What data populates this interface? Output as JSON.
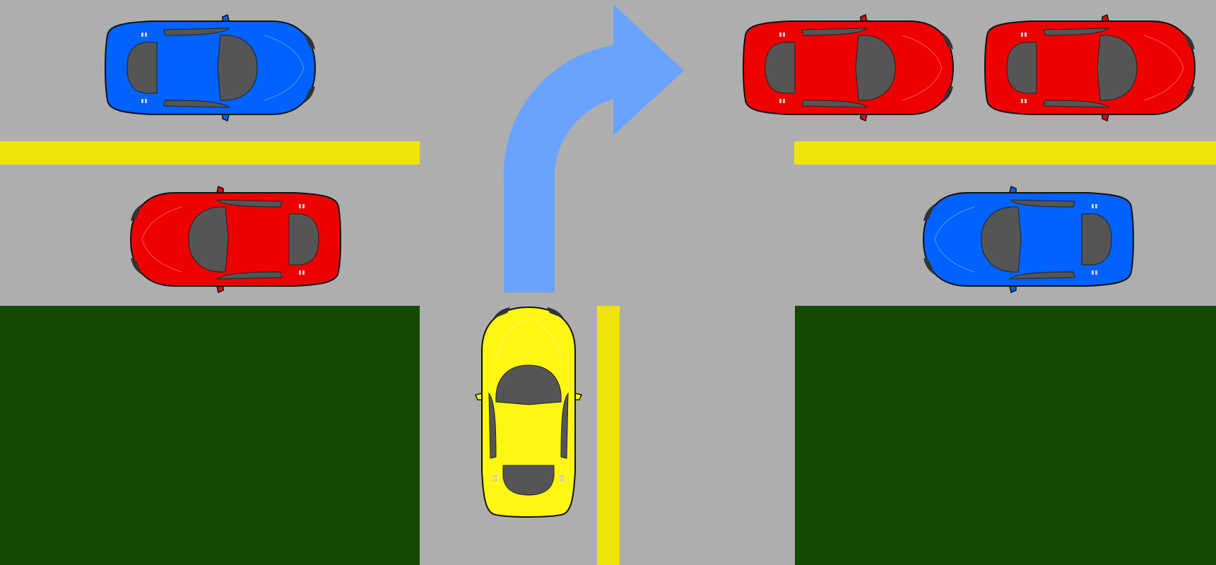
{
  "scene": {
    "road_color": "#aeaeae",
    "grass_color": "#124a00",
    "lane_line_color": "#f0e30a",
    "arrow_color": "#6aa3ff",
    "arrow_direction": "right-turn"
  },
  "cars": [
    {
      "id": "blue-top-left",
      "color": "#0062ff",
      "heading": "right",
      "role": "traffic"
    },
    {
      "id": "red-left",
      "color": "#ee0000",
      "heading": "left",
      "role": "traffic"
    },
    {
      "id": "red-top-right-1",
      "color": "#ee0000",
      "heading": "right",
      "role": "traffic"
    },
    {
      "id": "red-top-right-2",
      "color": "#ee0000",
      "heading": "right",
      "role": "traffic"
    },
    {
      "id": "blue-right",
      "color": "#0062ff",
      "heading": "left",
      "role": "traffic"
    },
    {
      "id": "yellow-player",
      "color": "#fff614",
      "heading": "up",
      "role": "player"
    }
  ]
}
